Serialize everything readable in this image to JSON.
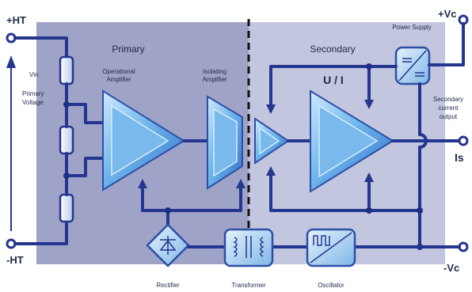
{
  "terminals": {
    "plus_ht": "+HT",
    "minus_ht": "-HT",
    "plus_vc": "+Vc",
    "minus_vc": "-Vc",
    "is": "Is"
  },
  "sections": {
    "primary": "Primary",
    "secondary": "Secondary"
  },
  "labels": {
    "vin": "Vin",
    "primary_voltage_l1": "Primary",
    "primary_voltage_l2": "Voltage",
    "op_amp_l1": "Operational",
    "op_amp_l2": "Amplifier",
    "iso_amp_l1": "Isolating",
    "iso_amp_l2": "Amplifier",
    "power_supply": "Power Supply",
    "ui": "U / I",
    "sec_out_l1": "Secondary",
    "sec_out_l2": "current",
    "sec_out_l3": "output",
    "rectifier": "Rectifier",
    "transformer": "Transformer",
    "oscillator": "Oscillator"
  },
  "colors": {
    "primary_panel": "#9fa3c7",
    "secondary_panel": "#c3c6df",
    "wire": "#24368f",
    "amp_fill": "#5fa8e6",
    "amp_edge": "#b7dcf7"
  }
}
